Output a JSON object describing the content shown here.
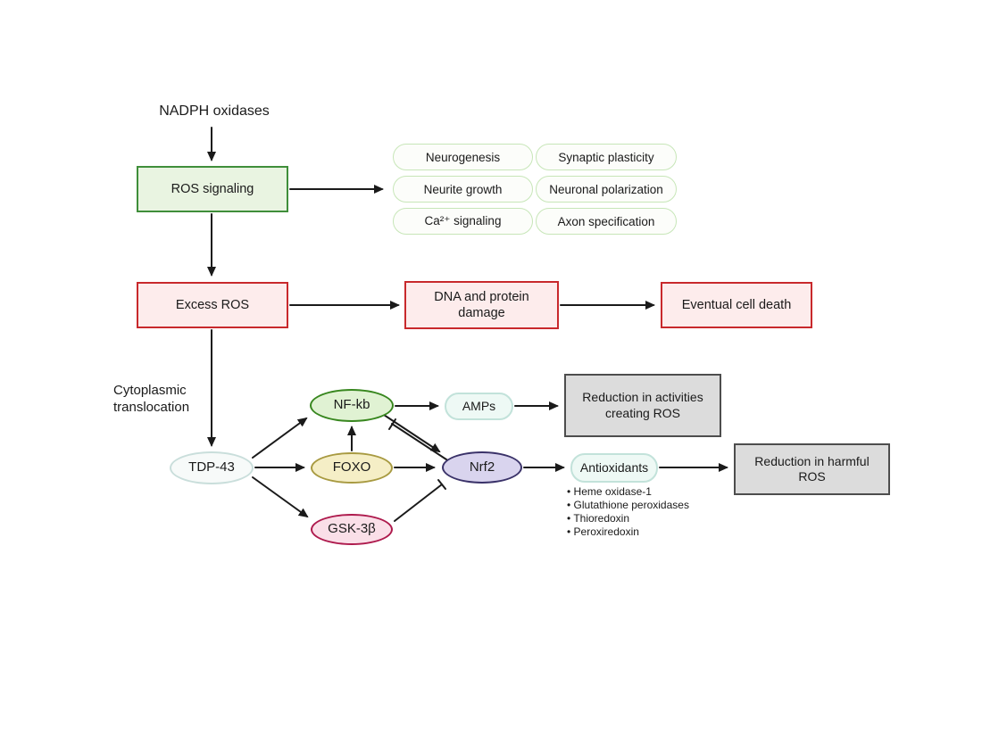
{
  "colors": {
    "background": "#ffffff",
    "arrow": "#1a1a1a",
    "green_box_fill": "#e9f4e1",
    "green_box_border": "#3f8e3a",
    "function_pill_fill": "#fcfdfa",
    "function_pill_border": "#c7e6b8",
    "red_box_fill": "#fdecec",
    "red_box_border": "#c8292c",
    "gray_box_fill": "#dcdcdc",
    "gray_box_border": "#4d4d4d",
    "tdp43_fill": "#f7faf9",
    "tdp43_border": "#c9dedb",
    "nfkb_fill": "#e0f2d3",
    "nfkb_border": "#38871f",
    "foxo_fill": "#f5eec6",
    "foxo_border": "#a89a41",
    "gsk3b_fill": "#fadfe8",
    "gsk3b_border": "#ae1a4d",
    "nrf2_fill": "#d9d4ee",
    "nrf2_border": "#3a3269",
    "mint_pill_fill": "#eef9f5",
    "mint_pill_border": "#c2e2da",
    "text": "#1a1a1a"
  },
  "nodes": {
    "nadph": "NADPH oxidases",
    "ros_signaling": "ROS signaling",
    "excess_ros": "Excess ROS",
    "dna_damage": "DNA and protein damage",
    "eventual_cell_death": "Eventual cell death",
    "cytoplasmic_translocation": "Cytoplasmic translocation",
    "tdp43": "TDP-43",
    "nfkb": "NF-kb",
    "foxo": "FOXO",
    "gsk3b": "GSK-3β",
    "nrf2": "Nrf2",
    "amps": "AMPs",
    "antioxidants": "Antioxidants",
    "reduction_activities": "Reduction in activities creating ROS",
    "reduction_harmful": "Reduction in harmful ROS"
  },
  "ros_functions": [
    "Neurogenesis",
    "Synaptic plasticity",
    "Neurite growth",
    "Neuronal polarization",
    "Ca²⁺ signaling",
    "Axon specification"
  ],
  "antioxidant_examples": [
    "• Heme oxidase-1",
    "• Glutathione peroxidases",
    "• Thioredoxin",
    "• Peroxiredoxin"
  ]
}
